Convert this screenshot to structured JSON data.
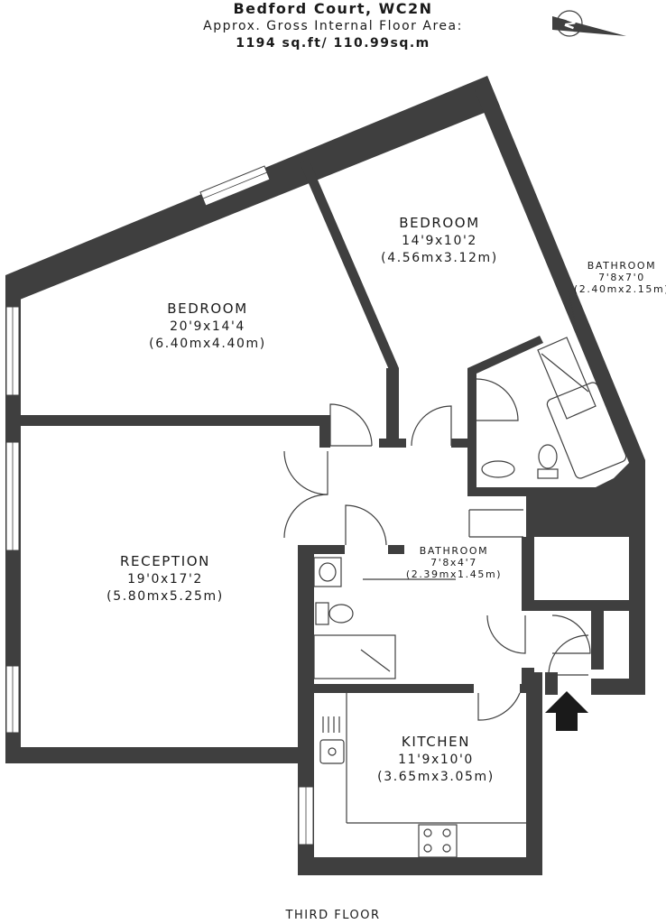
{
  "header": {
    "title": "Bedford Court, WC2N",
    "subtitle": "Approx. Gross Internal Floor Area:",
    "area": "1194 sq.ft/ 110.99sq.m"
  },
  "compass": {
    "letter": "N"
  },
  "rooms": {
    "bedroom1": {
      "name": "BEDROOM",
      "imperial": "20'9x14'4",
      "metric": "(6.40mx4.40m)"
    },
    "bedroom2": {
      "name": "BEDROOM",
      "imperial": "14'9x10'2",
      "metric": "(4.56mx3.12m)"
    },
    "bathroom1": {
      "name": "BATHROOM",
      "imperial": "7'8x7'0",
      "metric": "(2.40mx2.15m)"
    },
    "reception": {
      "name": "RECEPTION",
      "imperial": "19'0x17'2",
      "metric": "(5.80mx5.25m)"
    },
    "bathroom2": {
      "name": "BATHROOM",
      "imperial": "7'8x4'7",
      "metric": "(2.39mx1.45m)"
    },
    "kitchen": {
      "name": "KITCHEN",
      "imperial": "11'9x10'0",
      "metric": "(3.65mx3.05m)"
    }
  },
  "floor_label": "THIRD FLOOR",
  "colors": {
    "wall": "#3f3f3f",
    "background": "#ffffff",
    "text": "#1a1a1a"
  }
}
